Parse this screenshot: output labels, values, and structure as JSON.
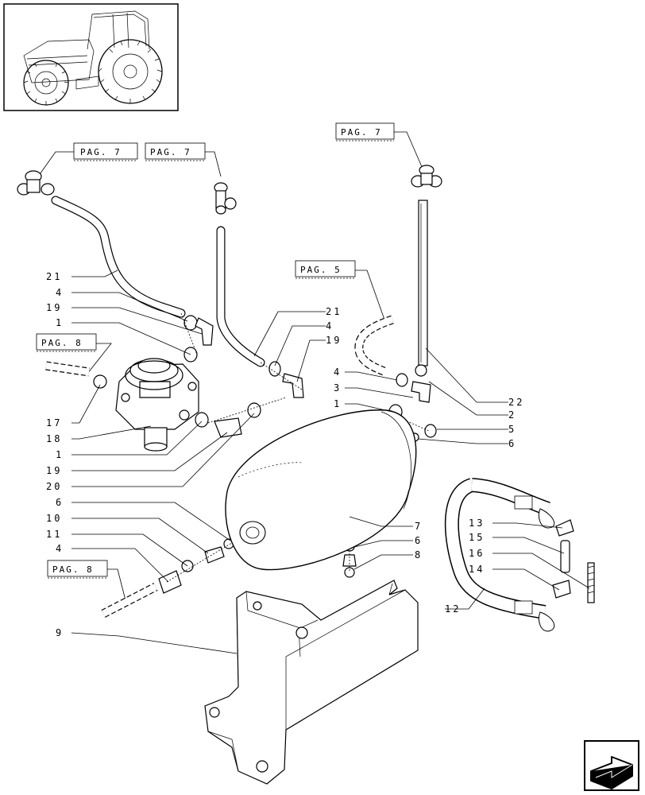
{
  "page_refs": {
    "left_top": "PAG. 7",
    "mid_top": "PAG. 7",
    "right_top": "PAG. 7",
    "center": "PAG. 5",
    "left_mid": "PAG. 8",
    "left_bottom": "PAG. 8"
  },
  "labels": {
    "l21": "21",
    "l4a": "4",
    "l19a": "19",
    "l1a": "1",
    "l17": "17",
    "l18": "18",
    "l1b": "1",
    "l19b": "19",
    "l20": "20",
    "l6a": "6",
    "l10": "10",
    "l11": "11",
    "l4b": "4",
    "l9": "9",
    "m21": "21",
    "m4": "4",
    "m19": "19",
    "c4": "4",
    "c3": "3",
    "c1": "1",
    "r22": "22",
    "r2": "2",
    "r5": "5",
    "r6": "6",
    "r7": "7",
    "r6b": "6",
    "r8": "8",
    "s13": "13",
    "s15": "15",
    "s16": "16",
    "s14": "14",
    "s12": "12"
  },
  "icons": [
    "tractor-thumbnail-icon",
    "next-page-arrow-icon"
  ]
}
